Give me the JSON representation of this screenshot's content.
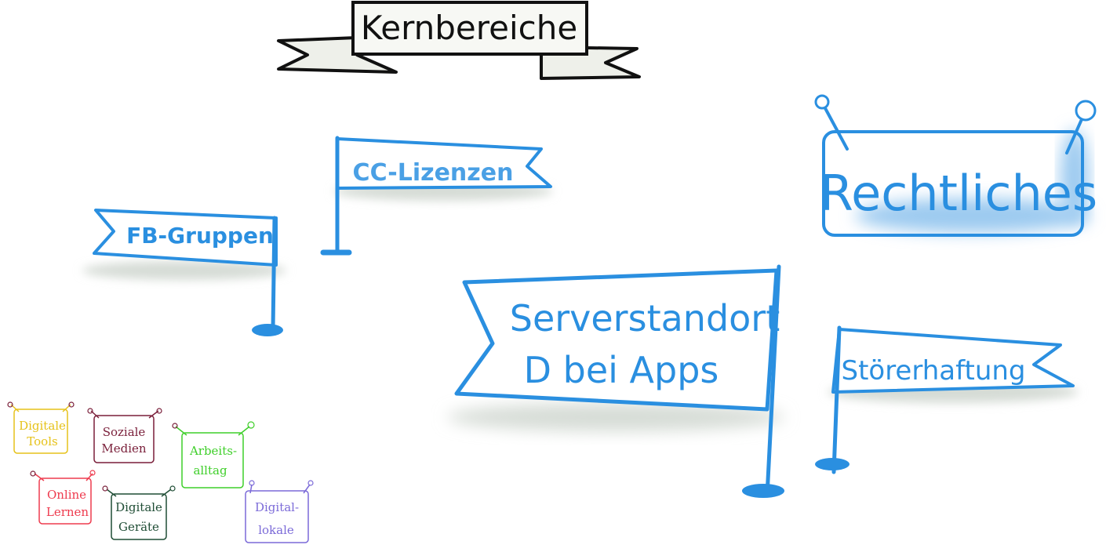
{
  "banner": {
    "title": "Kernbereiche"
  },
  "flags": {
    "cc": "CC-Lizenzen",
    "fb": "FB-Gruppen",
    "rechtliches": "Rechtliches",
    "server_line1": "Serverstandort",
    "server_line2": "D bei Apps",
    "stoer": "Störerhaftung"
  },
  "notes": [
    {
      "line1": "Digitale",
      "line2": "Tools",
      "color": "#e6c21a"
    },
    {
      "line1": "Soziale",
      "line2": "Medien",
      "color": "#7a1f3a"
    },
    {
      "line1": "Arbeits-",
      "line2": "alltag",
      "color": "#3fcf2a"
    },
    {
      "line1": "Online",
      "line2": "Lernen",
      "color": "#ee3b4e"
    },
    {
      "line1": "Digitale",
      "line2": "Geräte",
      "color": "#1f4d35"
    },
    {
      "line1": "Digital-",
      "line2": "lokale",
      "color": "#7b6ad8"
    }
  ],
  "colors": {
    "accent": "#2a8fe0",
    "ink": "#111111"
  }
}
